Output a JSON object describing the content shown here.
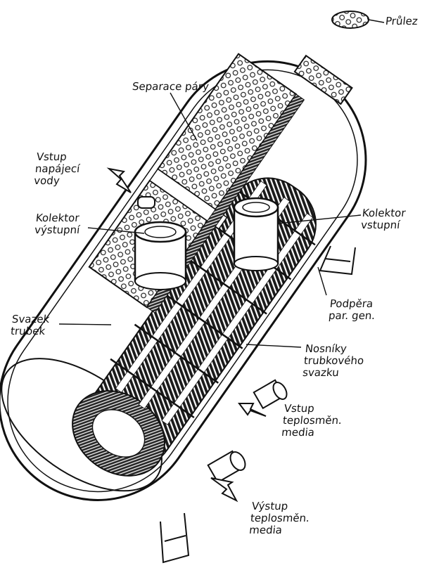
{
  "labels": {
    "manhole": "Průlez",
    "steam_separation": "Separace páry",
    "feedwater_inlet": [
      "Vstup",
      "napájecí",
      "vody"
    ],
    "outlet_collector": [
      "Kolektor",
      "výstupní"
    ],
    "inlet_collector": [
      "Kolektor",
      "vstupní"
    ],
    "tube_bundle": [
      "Svazek",
      "trubek"
    ],
    "support": [
      "Podpěra",
      "par. gen."
    ],
    "bundle_beams": [
      "Nosníky",
      "trubkového",
      "svazku"
    ],
    "medium_inlet": [
      "Vstup",
      "teplosměn.",
      "media"
    ],
    "medium_outlet": [
      "Výstup",
      "teplosměn.",
      "media"
    ]
  },
  "colors": {
    "ink": "#111111",
    "paper": "#ffffff"
  }
}
